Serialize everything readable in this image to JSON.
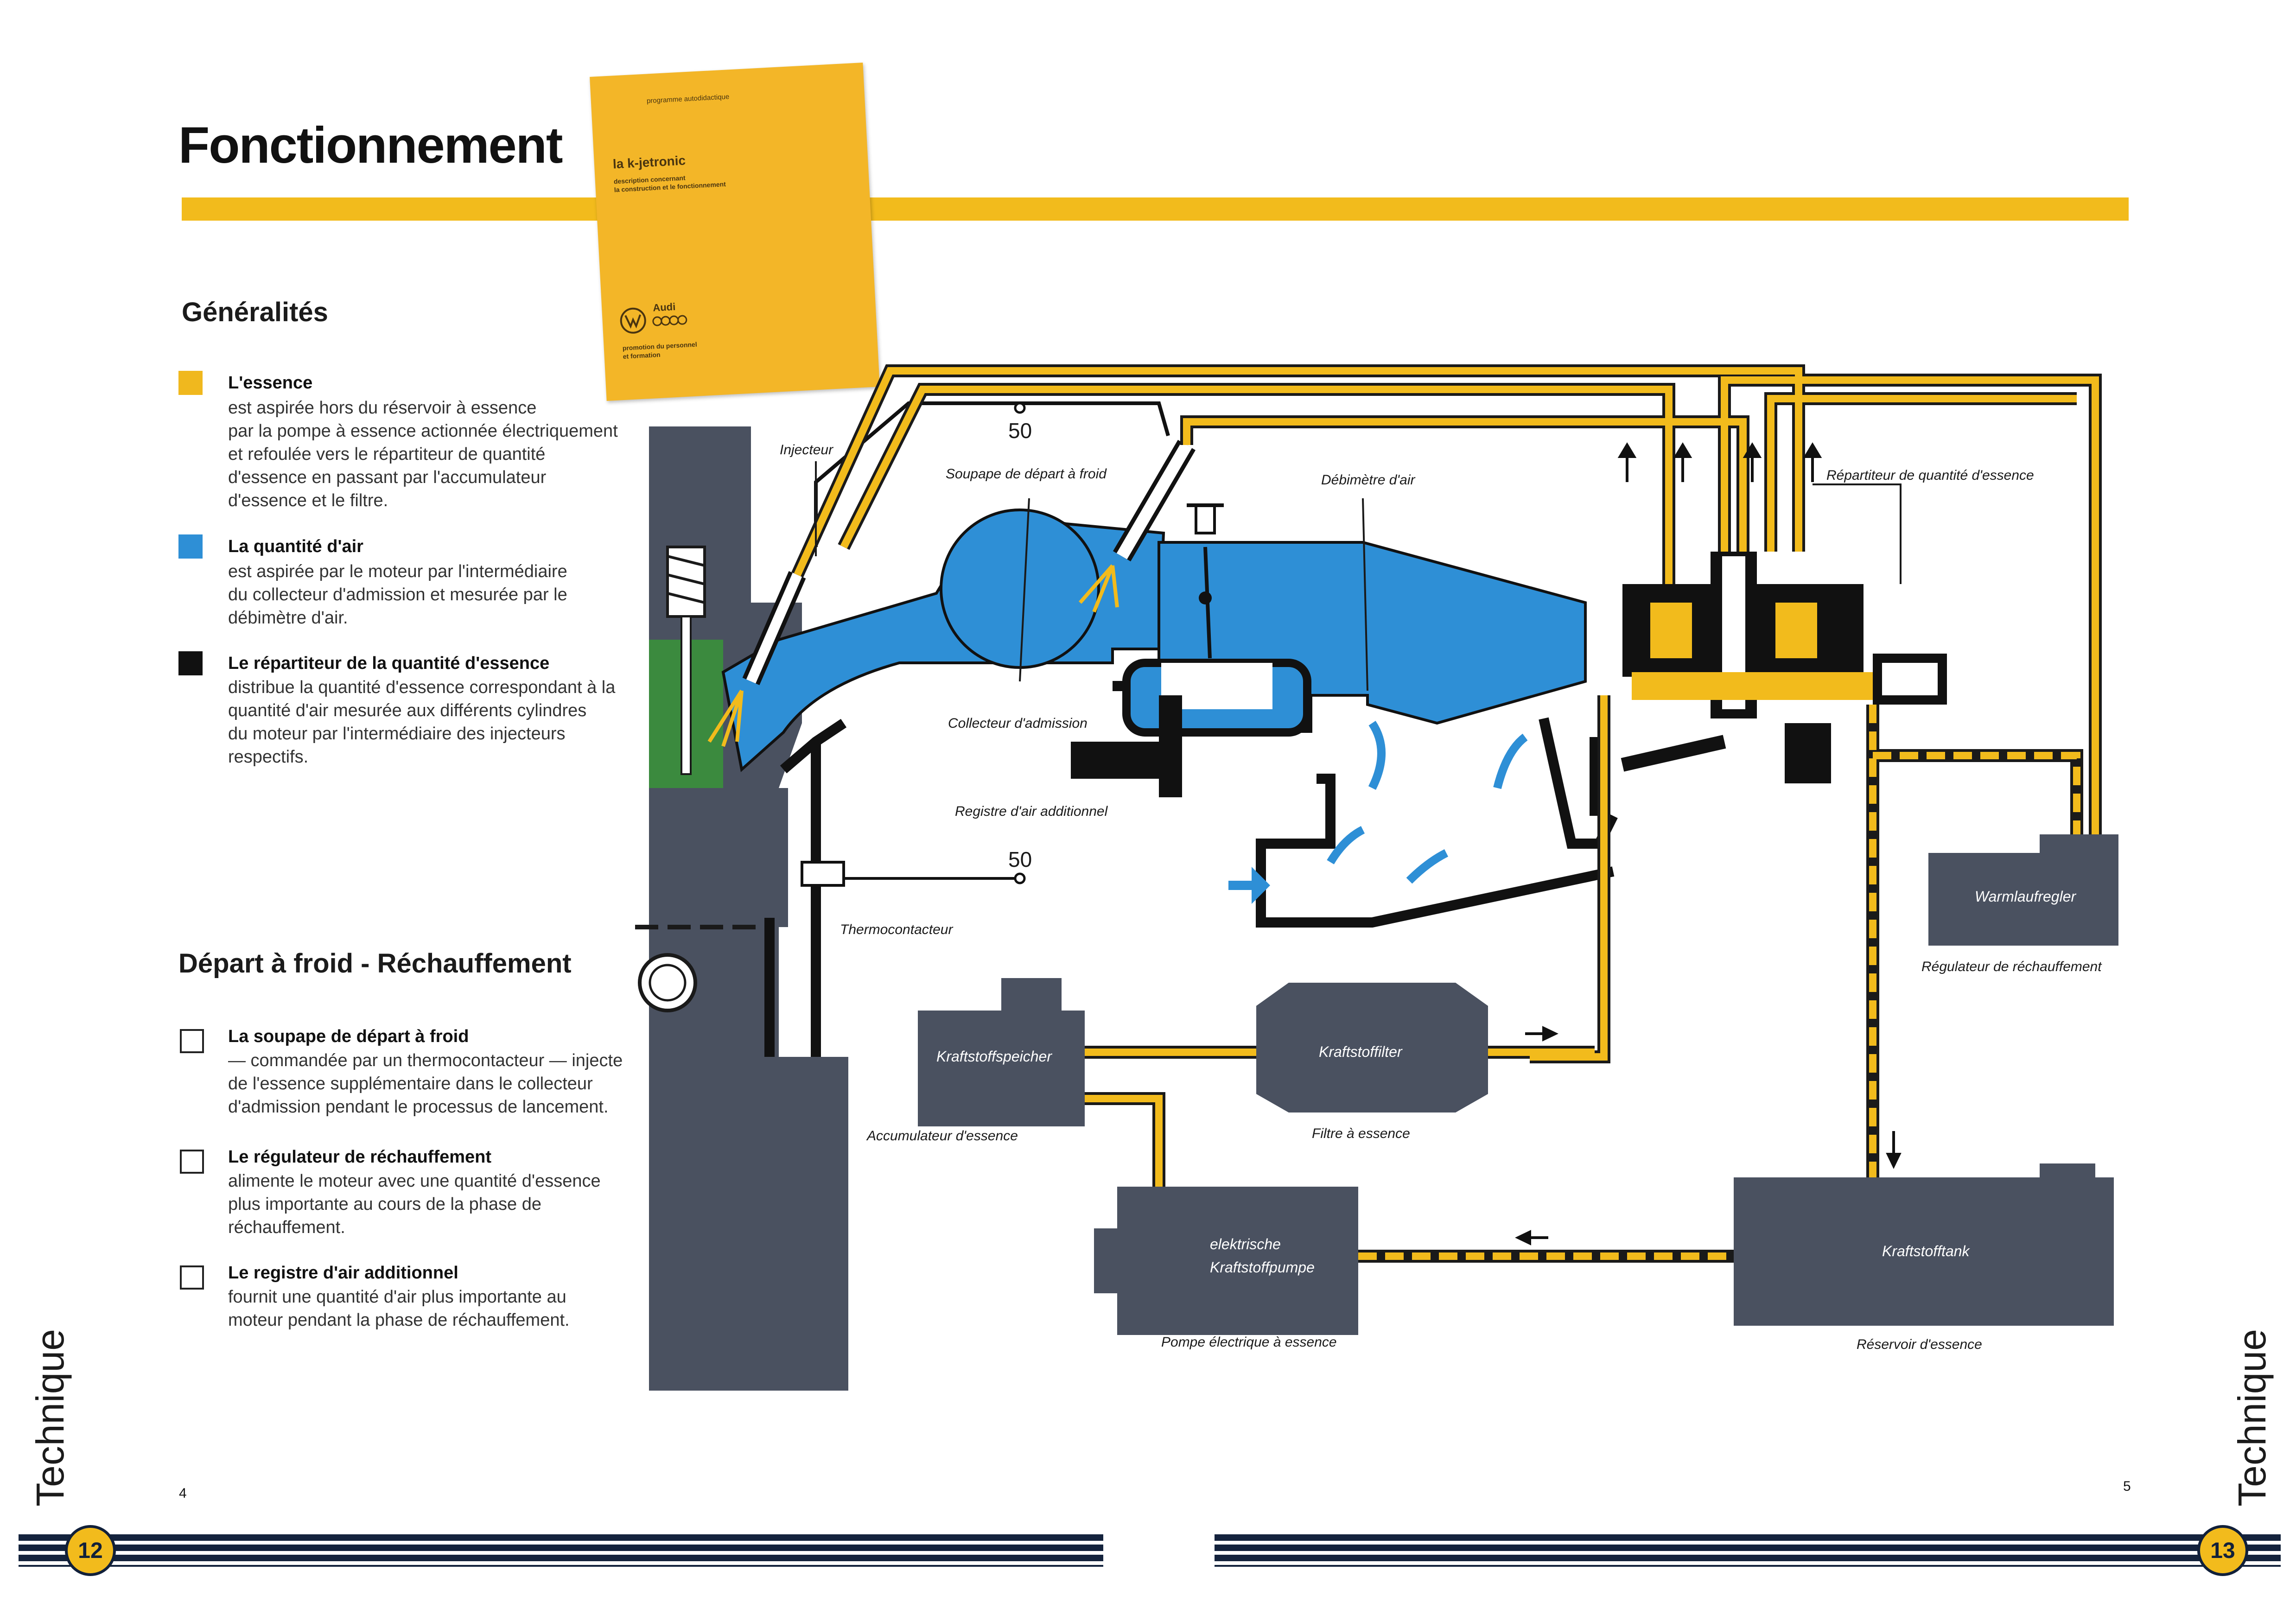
{
  "header": {
    "title": "Fonctionnement"
  },
  "booklet": {
    "top_text": "programme autodidactique",
    "title": "la k-jetronic",
    "subtitle_line1": "description concernant",
    "subtitle_line2": "la construction et le fonctionnement",
    "brand_audi": "Audi",
    "footer_line1": "promotion du personnel",
    "footer_line2": "et formation"
  },
  "generalites": {
    "title": "Généralités",
    "items": [
      {
        "color": "#f0b81e",
        "heading": "L'essence",
        "body": [
          "est aspirée hors du réservoir à essence",
          "par la pompe à essence actionnée électriquement",
          "et refoulée vers le répartiteur de quantité",
          "d'essence en passant par l'accumulateur",
          "d'essence et le filtre."
        ]
      },
      {
        "color": "#2e8fd6",
        "heading": "La quantité d'air",
        "body": [
          "est aspirée par le moteur par l'intermédiaire",
          "du collecteur d'admission et mesurée par le",
          "débimètre d'air."
        ]
      },
      {
        "color": "#111111",
        "heading": "Le répartiteur de la quantité d'essence",
        "body": [
          "distribue la quantité d'essence correspondant à la",
          "quantité d'air mesurée aux différents cylindres",
          "du moteur par l'intermédiaire des injecteurs",
          "respectifs."
        ]
      }
    ]
  },
  "depart": {
    "title": "Départ à froid  -  Réchauffement",
    "items": [
      {
        "heading": "La soupape de départ à froid",
        "body": [
          "— commandée par un thermocontacteur — injecte",
          "de l'essence supplémentaire dans le collecteur",
          "d'admission pendant le processus de lancement."
        ]
      },
      {
        "heading": "Le régulateur de réchauffement",
        "body": [
          "alimente le moteur avec une quantité d'essence",
          "plus importante au cours de la phase de",
          "réchauffement."
        ]
      },
      {
        "heading": "Le registre d'air additionnel",
        "body": [
          "fournit une quantité d'air plus importante au",
          "moteur pendant la phase de réchauffement."
        ]
      }
    ]
  },
  "diagram": {
    "labels": {
      "injecteur": "Injecteur",
      "soupape": "Soupape de départ à froid",
      "debimetre": "Débimètre d'air",
      "repartiteur": "Répartiteur de quantité d'essence",
      "collecteur": "Collecteur d'admission",
      "registre": "Registre d'air additionnel",
      "thermocontacteur": "Thermocontacteur",
      "num_top": "50",
      "num_bottom": "50",
      "warmlauf_de": "Warmlaufregler",
      "warmlauf_fr": "Régulateur de réchauffement",
      "speicher_de": "Kraftstoffspeicher",
      "speicher_fr": "Accumulateur d'essence",
      "filter_de": "Kraftstoffilter",
      "filter_fr": "Filtre à essence",
      "pumpe_de_1": "elektrische",
      "pumpe_de_2": "Kraftstoffpumpe",
      "pumpe_fr": "Pompe électrique à essence",
      "tank_de": "Kraftstofftank",
      "tank_fr": "Réservoir d'essence"
    }
  },
  "footer": {
    "side_label_left": "Technique",
    "side_label_right": "Technique",
    "page_left": "4",
    "page_right": "5",
    "badge_left": "12",
    "badge_right": "13"
  },
  "colors": {
    "accent_yellow": "#f2bb1c",
    "air_blue": "#2e8fd6",
    "component_slate": "#4a5160",
    "stripe_navy": "#14233d"
  }
}
